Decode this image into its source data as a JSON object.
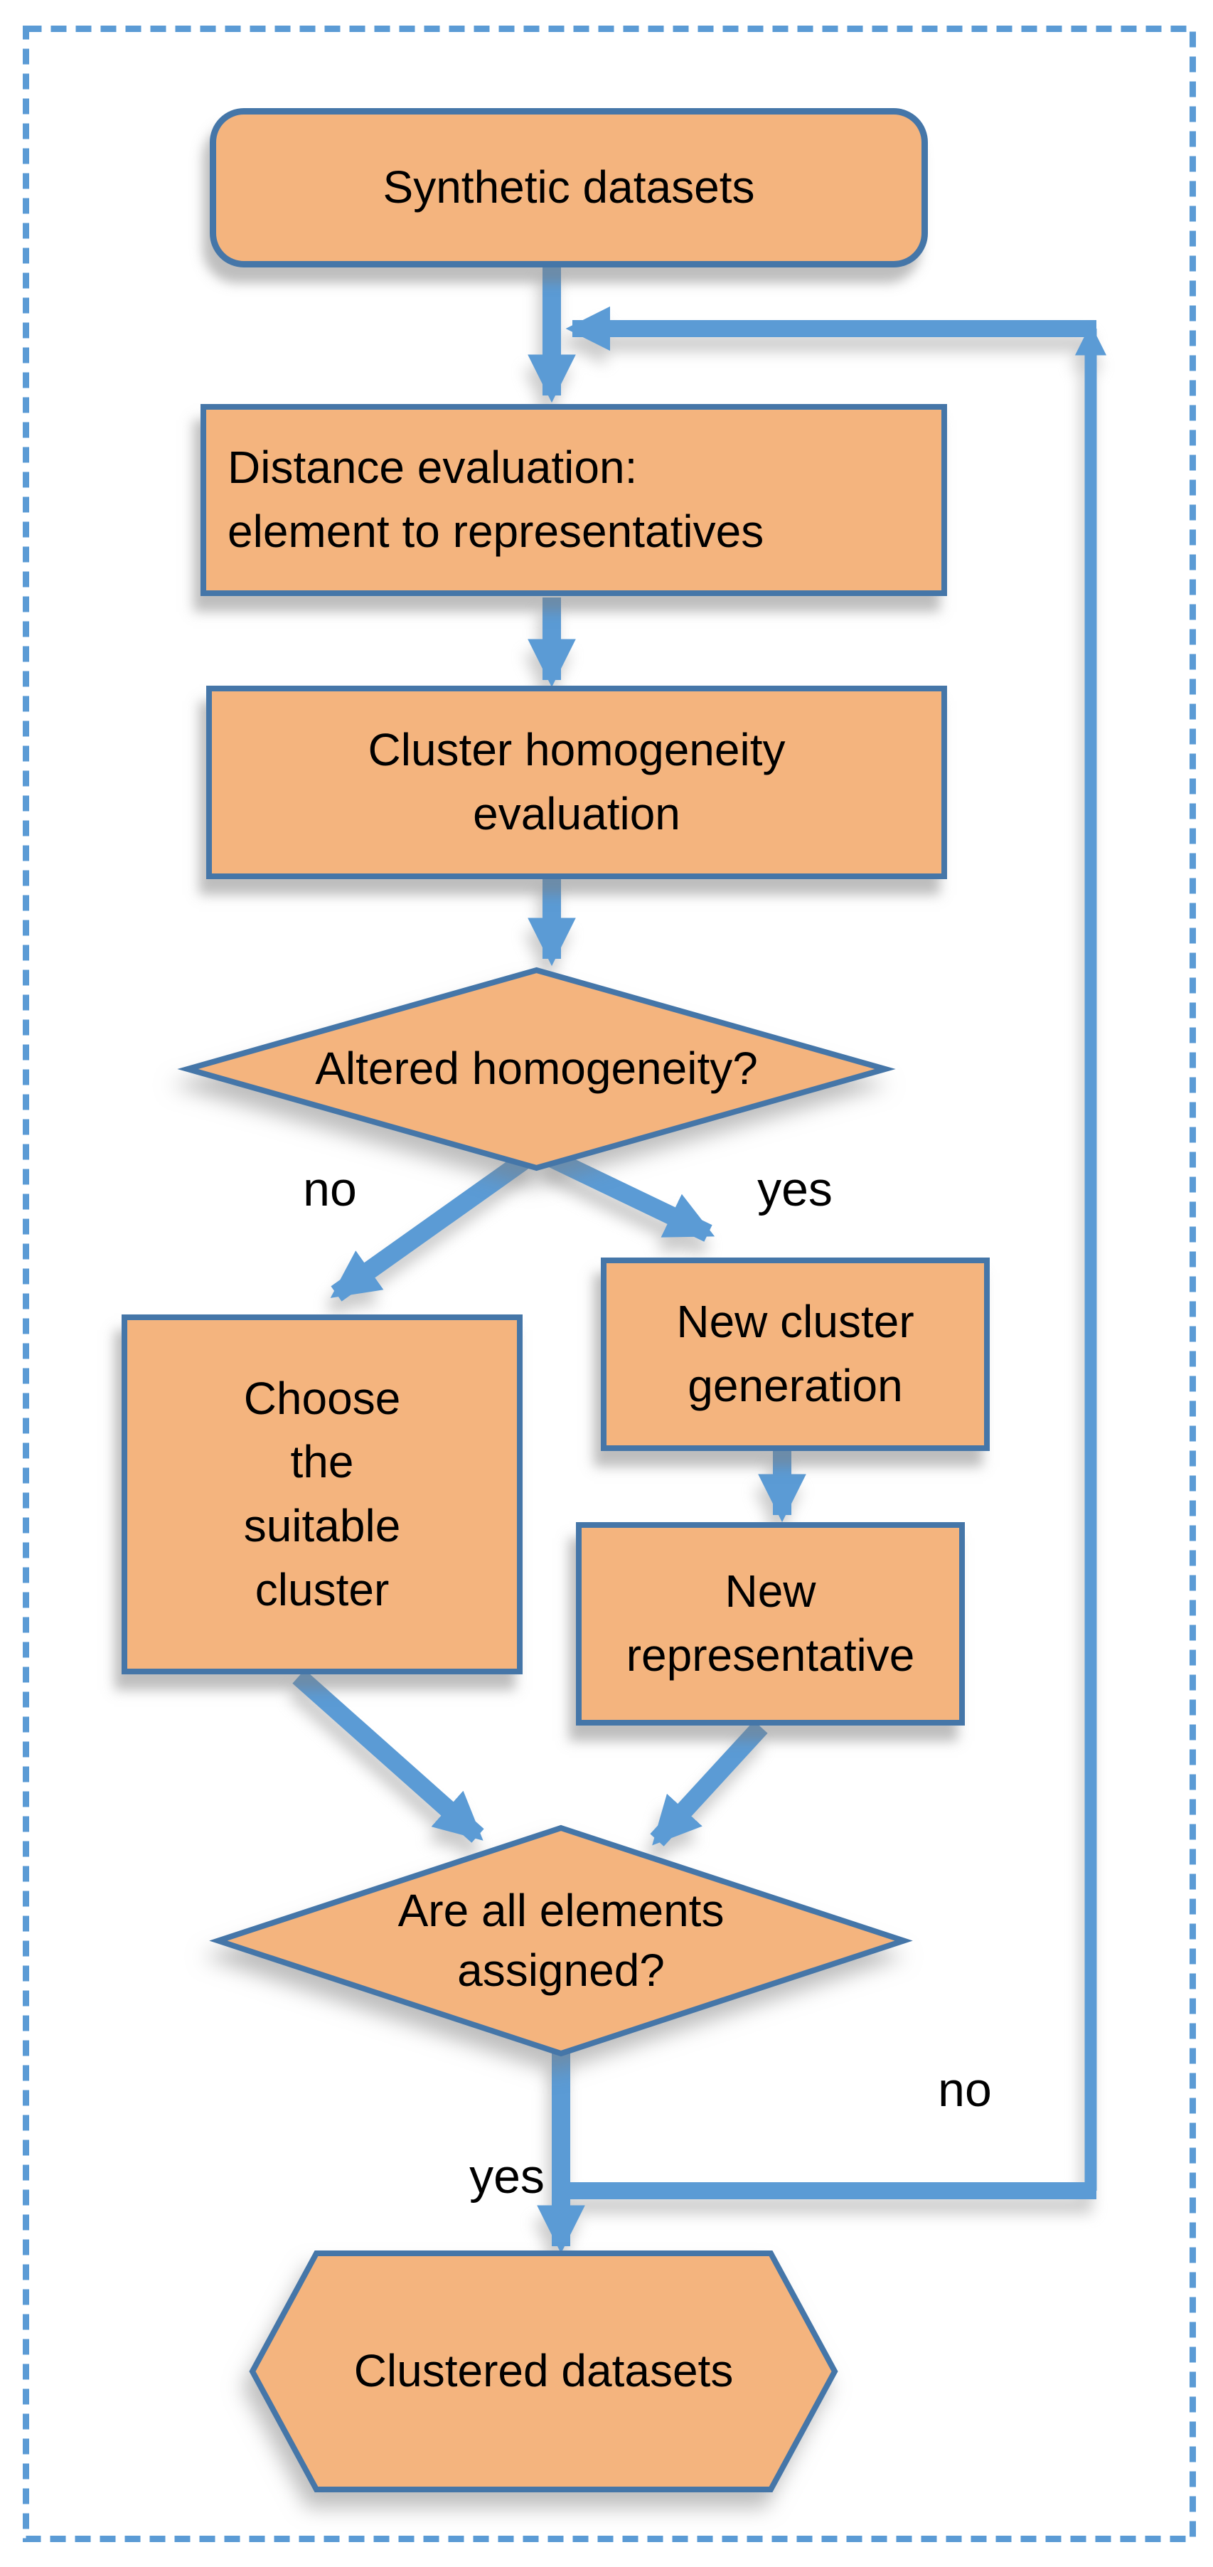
{
  "diagram": {
    "type": "flowchart",
    "colors": {
      "node_fill": "#F4B47E",
      "node_border": "#4576A8",
      "arrow_color": "#5B9BD5",
      "frame_color": "#5B9BD5",
      "text_color": "#000000"
    },
    "frame": {
      "style": "dashed-border"
    },
    "nodes": {
      "synthetic": {
        "label": "Synthetic datasets",
        "shape": "rounded-rectangle"
      },
      "distance": {
        "label": "Distance evaluation:\nelement to representatives",
        "shape": "rectangle"
      },
      "cluster": {
        "label": "Cluster homogeneity\nevaluation",
        "shape": "rectangle"
      },
      "altered": {
        "label": "Altered homogeneity?",
        "shape": "diamond"
      },
      "choose": {
        "label": "Choose\nthe\nsuitable\ncluster",
        "shape": "rectangle"
      },
      "newcluster": {
        "label": "New cluster\ngeneration",
        "shape": "rectangle"
      },
      "newrep": {
        "label": "New\nrepresentative",
        "shape": "rectangle"
      },
      "assigned": {
        "label": "Are all elements\nassigned?",
        "shape": "diamond"
      },
      "clustered": {
        "label": "Clustered datasets",
        "shape": "hexagon"
      }
    },
    "labels": {
      "altered_no": "no",
      "altered_yes": "yes",
      "assigned_no": "no",
      "assigned_yes": "yes"
    },
    "edges": [
      "synthetic -> distance",
      "distance -> cluster",
      "cluster -> altered",
      "altered -no-> choose",
      "altered -yes-> newcluster",
      "newcluster -> newrep",
      "choose -> assigned",
      "newrep -> assigned",
      "assigned -yes-> clustered",
      "assigned -no-> distance (loop back)"
    ]
  }
}
